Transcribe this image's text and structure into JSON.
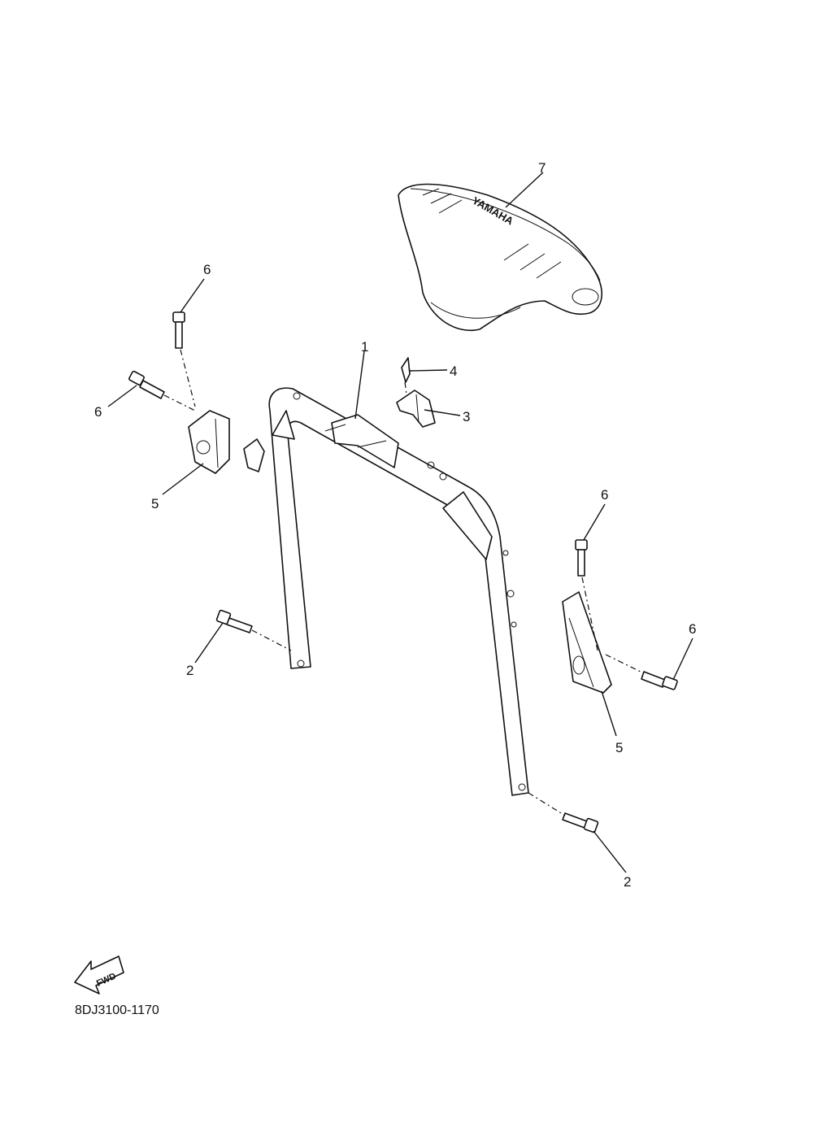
{
  "diagram": {
    "drawing_code": "8DJ3100-1170",
    "direction_indicator": "FWD",
    "seat_logo": "YAMAHA",
    "callouts": [
      {
        "key": "c1",
        "label": "1"
      },
      {
        "key": "c2a",
        "label": "2"
      },
      {
        "key": "c2b",
        "label": "2"
      },
      {
        "key": "c3",
        "label": "3"
      },
      {
        "key": "c4",
        "label": "4"
      },
      {
        "key": "c5a",
        "label": "5"
      },
      {
        "key": "c5b",
        "label": "5"
      },
      {
        "key": "c6a",
        "label": "6"
      },
      {
        "key": "c6b",
        "label": "6"
      },
      {
        "key": "c6c",
        "label": "6"
      },
      {
        "key": "c6d",
        "label": "6"
      },
      {
        "key": "c7",
        "label": "7"
      }
    ]
  }
}
